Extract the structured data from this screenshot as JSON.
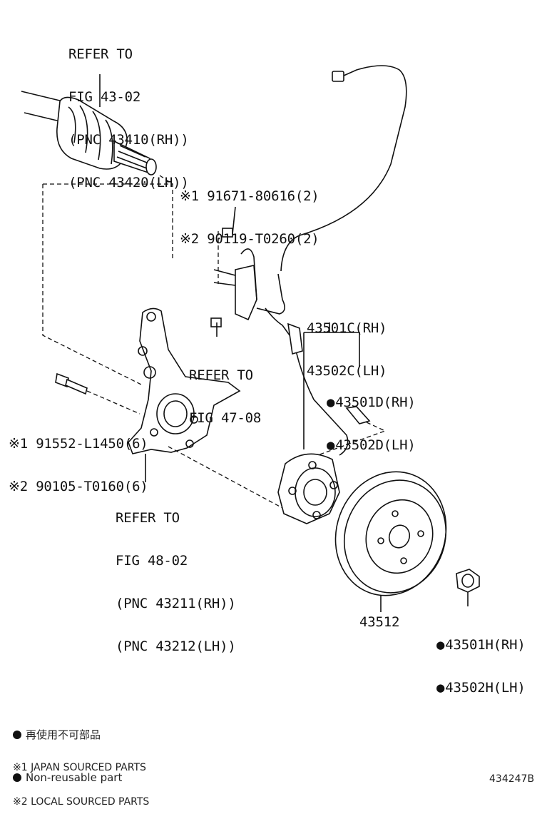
{
  "labels": {
    "driveshaft_ref": [
      "REFER TO",
      "FIG 43-02",
      "(PNC 43410(RH))",
      "(PNC 43420(LH))"
    ],
    "bolt_top": [
      "※1 91671-80616(2)",
      "※2 90119-T0260(2)"
    ],
    "sensor_ref": [
      "REFER TO",
      "FIG 47-08"
    ],
    "hub_assy": [
      "43501C(RH)",
      "43502C(LH)"
    ],
    "hub_bolt": [
      "43501D(RH)",
      "43502D(LH)"
    ],
    "knuckle_bolt": [
      "※1 91552-L1450(6)",
      "※2 90105-T0160(6)"
    ],
    "knuckle_ref": [
      "REFER TO",
      "FIG 48-02",
      "(PNC 43211(RH))",
      "(PNC 43212(LH))"
    ],
    "disc": "43512",
    "nut": [
      "43501H(RH)",
      "43502H(LH)"
    ]
  },
  "legend": {
    "non_reusable_jp": "再使用不可部品",
    "non_reusable_en": "Non-reusable part",
    "japan_sourced": "※1 JAPAN SOURCED PARTS",
    "local_sourced": "※2 LOCAL SOURCED PARTS"
  },
  "figure_id": "434247B"
}
